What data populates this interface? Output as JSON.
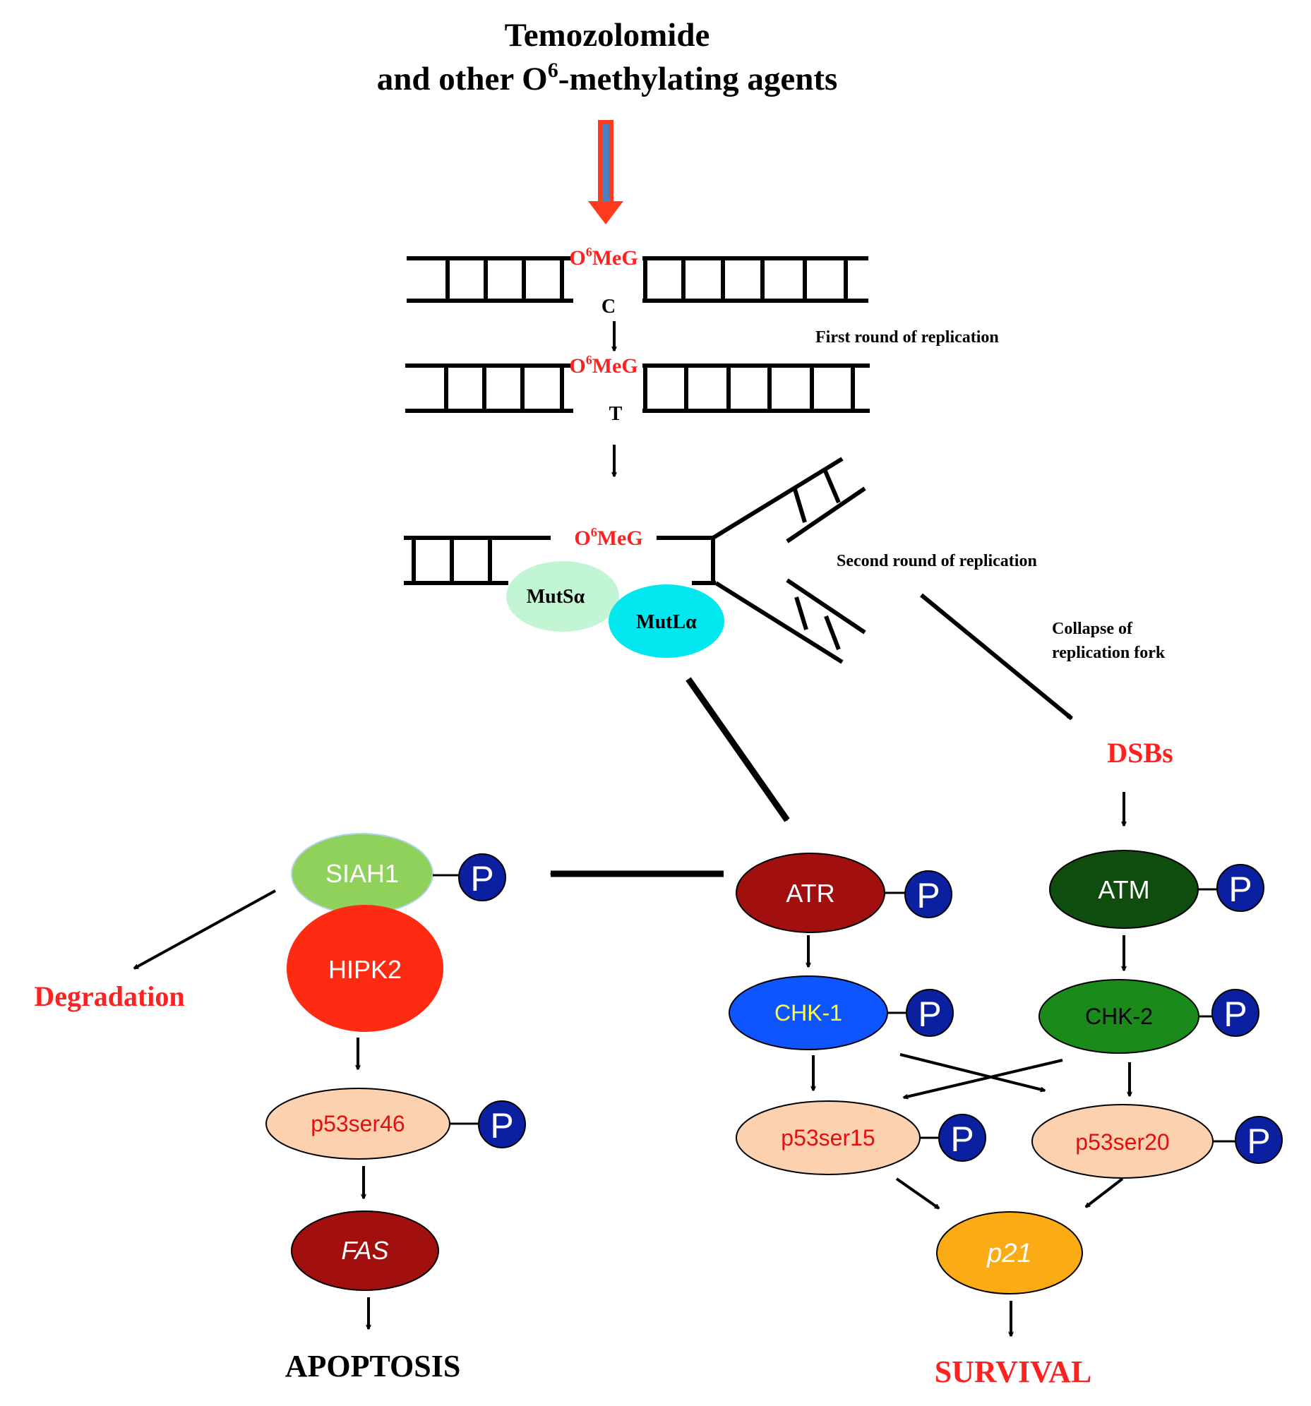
{
  "title": {
    "line1": "Temozolomide",
    "line2_prefix": "and other O",
    "line2_sup": "6",
    "line2_suffix": "-methylating agents"
  },
  "dna": {
    "lesion_prefix": "O",
    "lesion_sup": "6",
    "lesion_suffix": "MeG",
    "base_c": "C",
    "base_t": "T"
  },
  "labels": {
    "first_round": "First round of replication",
    "second_round": "Second round of replication",
    "collapse_line1": "Collapse of",
    "collapse_line2": "replication fork",
    "dsbs": "DSBs",
    "degradation": "Degradation",
    "apoptosis": "APOPTOSIS",
    "survival": "SURVIVAL"
  },
  "nodes": {
    "muts": "MutSα",
    "mutl": "MutLα",
    "siah1": "SIAH1",
    "hipk2": "HIPK2",
    "p53ser46": "p53ser46",
    "fas": "FAS",
    "atr": "ATR",
    "atm": "ATM",
    "chk1": "CHK-1",
    "chk2": "CHK-2",
    "p53ser15": "p53ser15",
    "p53ser20": "p53ser20",
    "p21": "p21",
    "phospho": "P"
  },
  "colors": {
    "lesion_red": "#ff2020",
    "drug_arrow_outline": "#ff3b1f",
    "drug_arrow_fill": "#4f7fbf",
    "muts": "#c2f5d3",
    "mutl": "#00e8ee",
    "siah1": "#8fd15a",
    "hipk2": "#ff2a12",
    "p53": "#fbd1b0",
    "fas": "#a10f0f",
    "atr": "#a10f0f",
    "atm": "#0f4d0f",
    "chk1": "#0f55ff",
    "chk1_text": "#ffff44",
    "chk2": "#1a8a1a",
    "p21": "#fbab14",
    "phospho": "#0a20a0"
  }
}
